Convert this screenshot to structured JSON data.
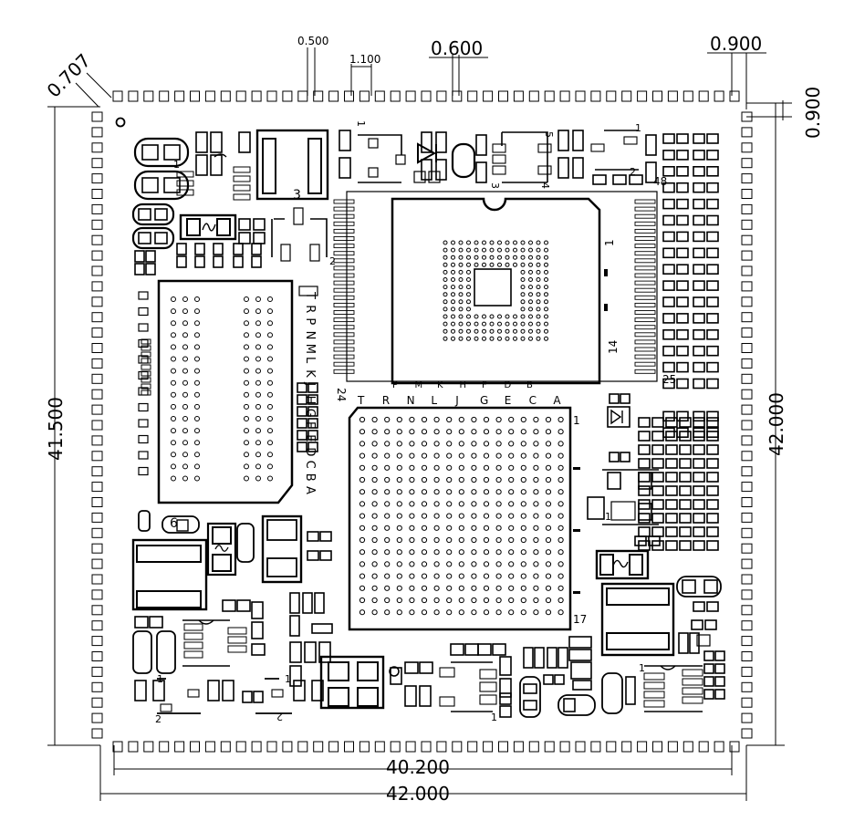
{
  "drawing": {
    "stroke_color": "#000000",
    "background": "#ffffff",
    "dimensions": {
      "top_0500": "0.500",
      "top_1100": "1.100",
      "top_0600": "0.600",
      "top_0900": "0.900",
      "corner_0707": "0.707",
      "right_0900": "0.900",
      "left_41500": "41.500",
      "right_42000": "42.000",
      "bottom_40200": "40.200",
      "bottom_42000": "42.000"
    },
    "bga_top": {
      "col_labels": [
        "P",
        "M",
        "K",
        "H",
        "F",
        "D",
        "B"
      ],
      "pin_1": "1",
      "pin_14": "14",
      "pin_24": "24",
      "pin_25": "25",
      "pin_48": "48"
    },
    "bga_bottom": {
      "col_labels": [
        "T",
        "R",
        "N",
        "L",
        "J",
        "G",
        "E",
        "C",
        "A"
      ],
      "pin_1": "1",
      "pin_17": "17"
    },
    "ddr_row_labels": [
      "T",
      "R",
      "P",
      "N",
      "M",
      "L",
      "K",
      "J",
      "H",
      "G",
      "F",
      "E",
      "D",
      "C",
      "B",
      "A"
    ],
    "component_labels": {
      "inductor_3": "3",
      "regulator_1_top": "1",
      "regulator_2_top": "2",
      "sot_1": "1",
      "sot_3": "3",
      "sot_4": "4",
      "sot_5": "5",
      "conn_1": "1",
      "conn_2": "2",
      "ref_6": "6",
      "ref_1_mid": "1",
      "reg_bottom_1": "1",
      "reg_bottom_2": "2",
      "reg_bottom_1b": "1",
      "reg_bottom_2b": "2",
      "reg_right_1": "1",
      "reg_mid_1": "1"
    }
  }
}
